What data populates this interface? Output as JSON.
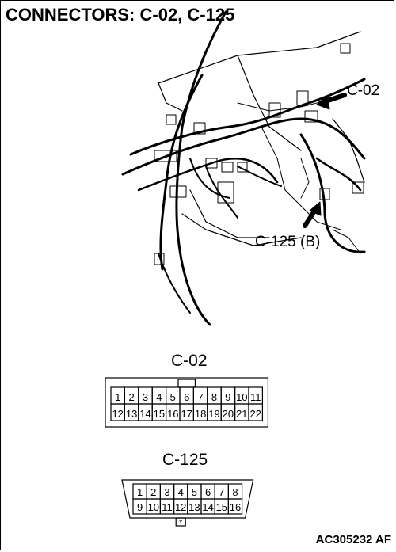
{
  "title": "CONNECTORS: C-02, C-125",
  "callouts": {
    "c02": "C-02",
    "c125": "C-125 (B)"
  },
  "connectors": [
    {
      "name": "C-02",
      "rows": [
        [
          "1",
          "2",
          "3",
          "4",
          "5",
          "6",
          "7",
          "8",
          "9",
          "10",
          "11"
        ],
        [
          "12",
          "13",
          "14",
          "15",
          "16",
          "17",
          "18",
          "19",
          "20",
          "21",
          "22"
        ]
      ]
    },
    {
      "name": "C-125",
      "rows": [
        [
          "1",
          "2",
          "3",
          "4",
          "5",
          "6",
          "7",
          "8"
        ],
        [
          "9",
          "10",
          "11",
          "12",
          "13",
          "14",
          "15",
          "16"
        ]
      ],
      "key_mark": "Y"
    }
  ],
  "figure_ref": "AC305232 AF"
}
